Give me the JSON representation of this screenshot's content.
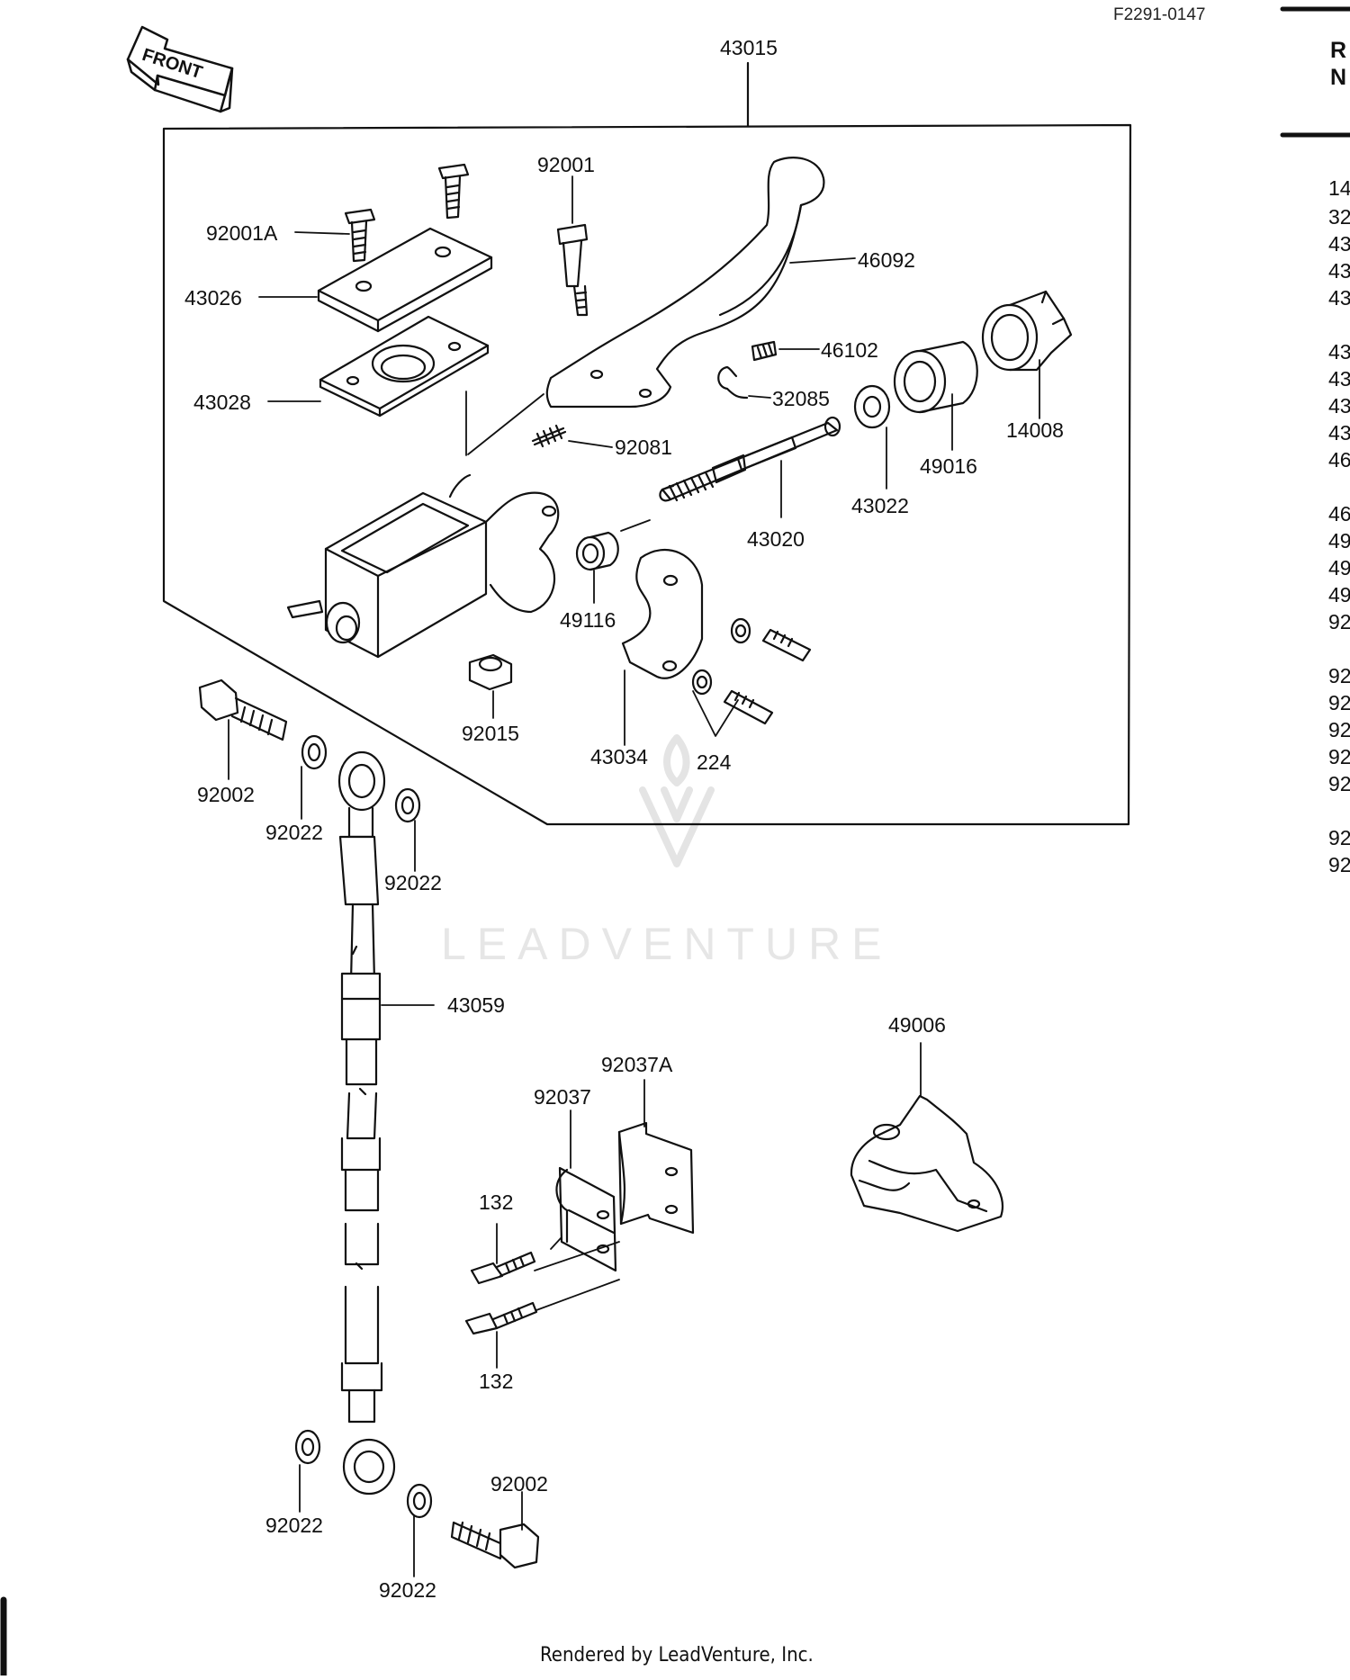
{
  "header": {
    "diagram_code": "F2291-0147",
    "front_arrow_text": "FRONT"
  },
  "right_column": {
    "header_line1": "R",
    "header_line2": "N",
    "entries": [
      "14",
      "32",
      "43",
      "43",
      "43",
      "43",
      "43",
      "43",
      "43",
      "46",
      "46",
      "49",
      "49",
      "49",
      "92",
      "92",
      "92",
      "92",
      "92",
      "92",
      "92",
      "92"
    ]
  },
  "callouts": {
    "assembly": "43015",
    "screw_a": "92001A",
    "cap": "43026",
    "diaphragm": "43028",
    "pivot_bolt": "92001",
    "lever": "46092",
    "lever_screw": "46102",
    "clip": "32085",
    "dust_boot": "14008",
    "boot": "49016",
    "washer": "43022",
    "spring": "92081",
    "piston": "43020",
    "cup": "49116",
    "nut": "92015",
    "clamp": "43034",
    "clamp_bolts": "224",
    "banjo_bolt_top": "92002",
    "washer_top_1": "92022",
    "washer_top_2": "92022",
    "hose": "43059",
    "guard": "49006",
    "bracket_a": "92037A",
    "bracket": "92037",
    "bolt_1": "132",
    "bolt_2": "132",
    "washer_bottom_1": "92022",
    "washer_bottom_2": "92022",
    "banjo_bolt_bottom": "92002"
  },
  "watermark": "LEADVENTURE",
  "footer": "Rendered by LeadVenture, Inc."
}
